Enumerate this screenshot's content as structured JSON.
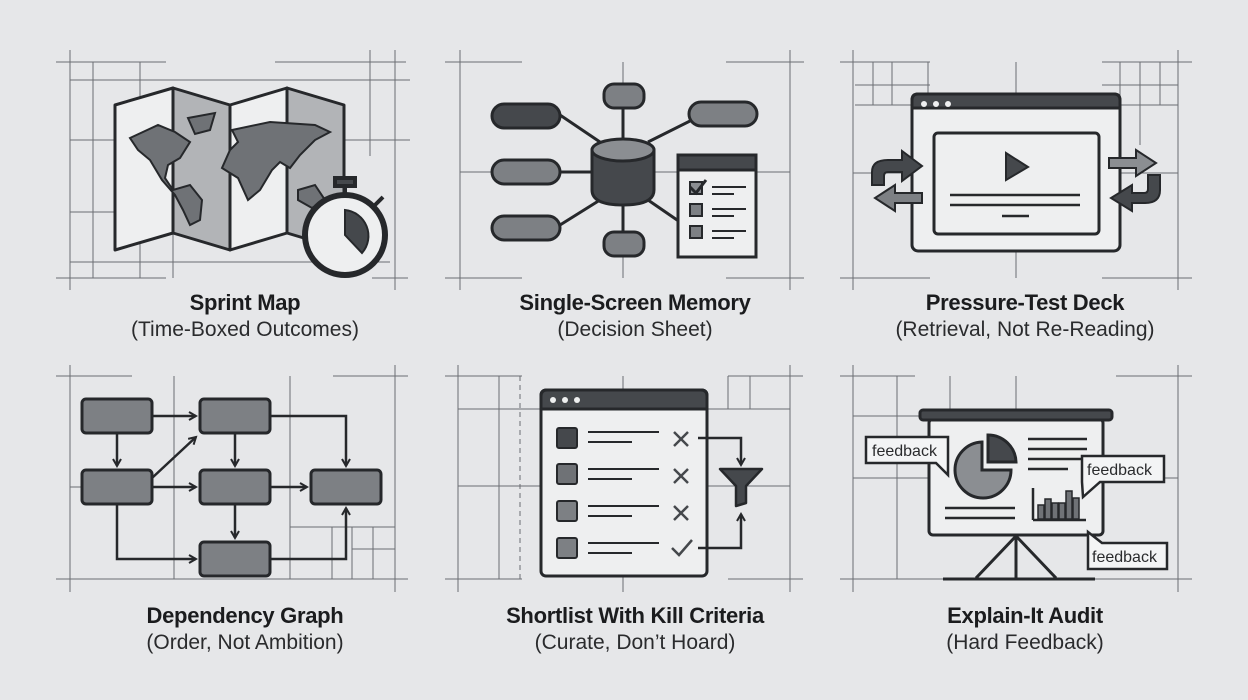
{
  "panels": [
    {
      "title": "Sprint Map",
      "subtitle": "(Time-Boxed Outcomes)",
      "icon": "folded-map-with-stopwatch"
    },
    {
      "title": "Single-Screen Memory",
      "subtitle": "(Decision Sheet)",
      "icon": "database-hub-with-checklist"
    },
    {
      "title": "Pressure-Test Deck",
      "subtitle": "(Retrieval, Not Re-Reading)",
      "icon": "browser-video-with-arrows"
    },
    {
      "title": "Dependency Graph",
      "subtitle": "(Order, Not Ambition)",
      "icon": "flowchart-boxes"
    },
    {
      "title": "Shortlist With Kill Criteria",
      "subtitle": "(Curate, Don’t Hoard)",
      "icon": "checklist-with-funnel"
    },
    {
      "title": "Explain-It Audit",
      "subtitle": "(Hard Feedback)",
      "icon": "presentation-board-with-feedback"
    }
  ],
  "feedback_labels": [
    "feedback",
    "feedback",
    "feedback"
  ],
  "colors": {
    "background": "#e6e7e9",
    "ink": "#2b2d30",
    "fill_dark": "#45484c",
    "fill_mid": "#7d8084",
    "fill_light": "#a9acaf",
    "grid": "#6b6e72"
  }
}
